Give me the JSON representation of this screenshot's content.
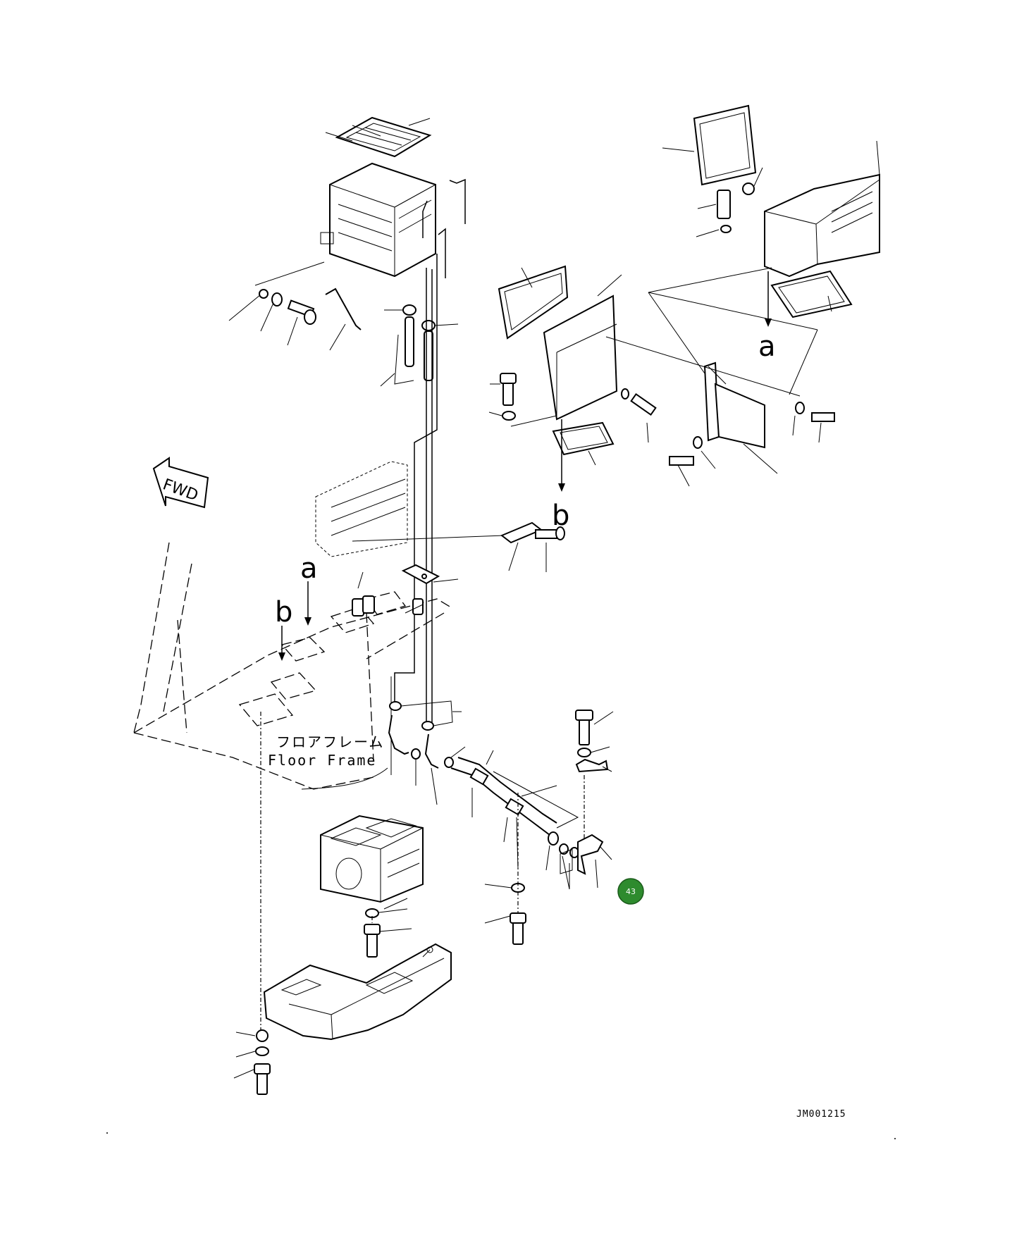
{
  "diagram": {
    "forward_label": "FWD",
    "floor_frame_jp": "フロアフレーム",
    "floor_frame_en": "Floor Frame",
    "reference_letters": {
      "a_top": "a",
      "b_top": "b",
      "a_floor": "a",
      "b_floor": "b"
    },
    "part_badge": {
      "number": "43",
      "color": "#2e8b2e"
    },
    "drawing_code": "JM001215"
  }
}
